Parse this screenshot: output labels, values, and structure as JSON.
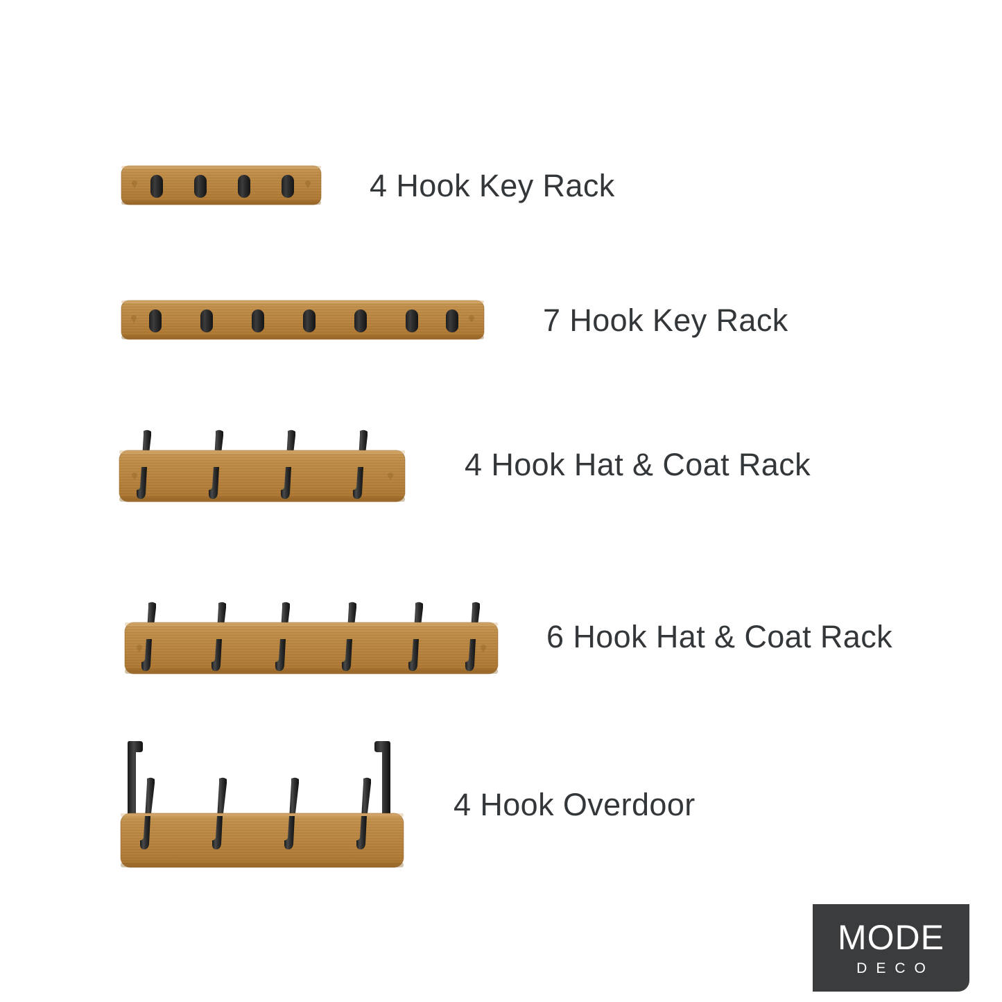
{
  "background_color": "#ffffff",
  "palette": {
    "wood_light": "#d3a263",
    "wood_mid": "#b8813c",
    "wood_dark": "#9c6a2c",
    "wood_edge": "#8a5c23",
    "hook_dark": "#303030",
    "hook_mid": "#3f3f3f",
    "hook_light": "#5a5a5a",
    "label_text": "#33373a",
    "logo_background": "#3b3c3d",
    "logo_text": "#ffffff"
  },
  "products": [
    {
      "id": "4-hook-key-rack",
      "label": "4 Hook Key Rack",
      "hook_count": 4,
      "hook_style": "peg",
      "board_width": 288,
      "board_height": 56,
      "has_overdoor_brackets": false
    },
    {
      "id": "7-hook-key-rack",
      "label": "7 Hook Key Rack",
      "hook_count": 7,
      "hook_style": "peg",
      "board_width": 523,
      "board_height": 56,
      "has_overdoor_brackets": false
    },
    {
      "id": "4-hook-hat-coat-rack",
      "label": "4 Hook Hat & Coat Rack",
      "hook_count": 4,
      "hook_style": "bar",
      "board_width": 412,
      "board_height": 74,
      "has_overdoor_brackets": false
    },
    {
      "id": "6-hook-hat-coat-rack",
      "label": "6 Hook Hat & Coat Rack",
      "hook_count": 6,
      "hook_style": "bar",
      "board_width": 538,
      "board_height": 74,
      "has_overdoor_brackets": false
    },
    {
      "id": "4-hook-overdoor",
      "label": "4 Hook Overdoor",
      "hook_count": 4,
      "hook_style": "bar",
      "board_width": 408,
      "board_height": 78,
      "has_overdoor_brackets": true,
      "bracket_count": 2
    }
  ],
  "brand": {
    "primary": "MODE",
    "secondary": "DECO"
  }
}
